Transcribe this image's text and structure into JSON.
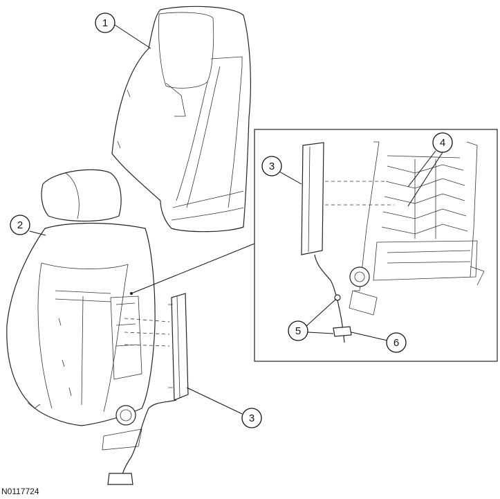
{
  "callouts": {
    "c1": "1",
    "c2": "2",
    "c3_main": "3",
    "c3_detail": "3",
    "c4": "4",
    "c5": "5",
    "c6": "6"
  },
  "figure_id": "N0117724",
  "colors": {
    "line": "#222222",
    "background": "#ffffff"
  }
}
